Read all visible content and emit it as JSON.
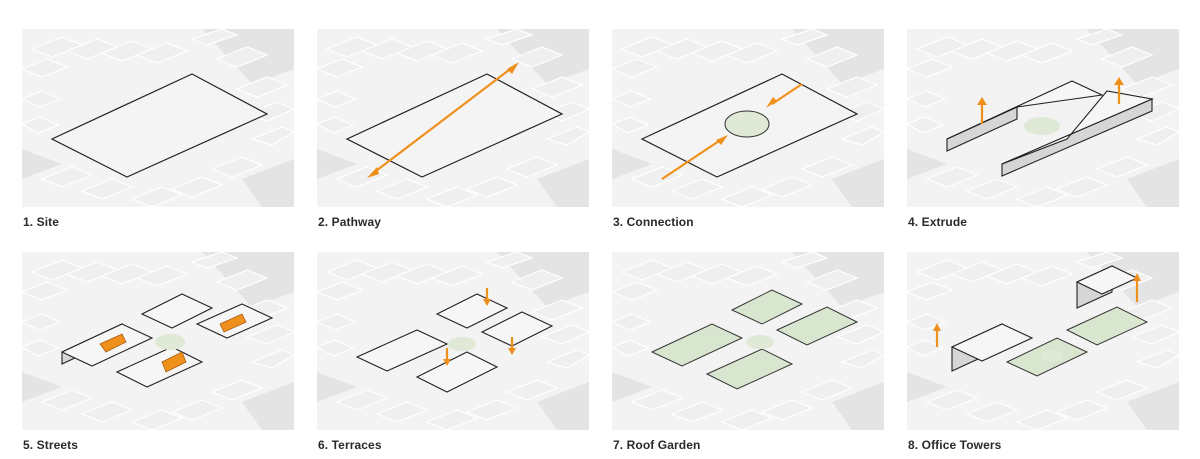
{
  "colors": {
    "accent": "#f0901c",
    "green": "#dfe9d6",
    "context": "#efefef",
    "line": "#222222"
  },
  "panels": [
    {
      "label": "1. Site"
    },
    {
      "label": "2. Pathway"
    },
    {
      "label": "3. Connection"
    },
    {
      "label": "4. Extrude"
    },
    {
      "label": "5. Streets"
    },
    {
      "label": "6. Terraces"
    },
    {
      "label": "7. Roof Garden"
    },
    {
      "label": "8. Office Towers"
    }
  ]
}
